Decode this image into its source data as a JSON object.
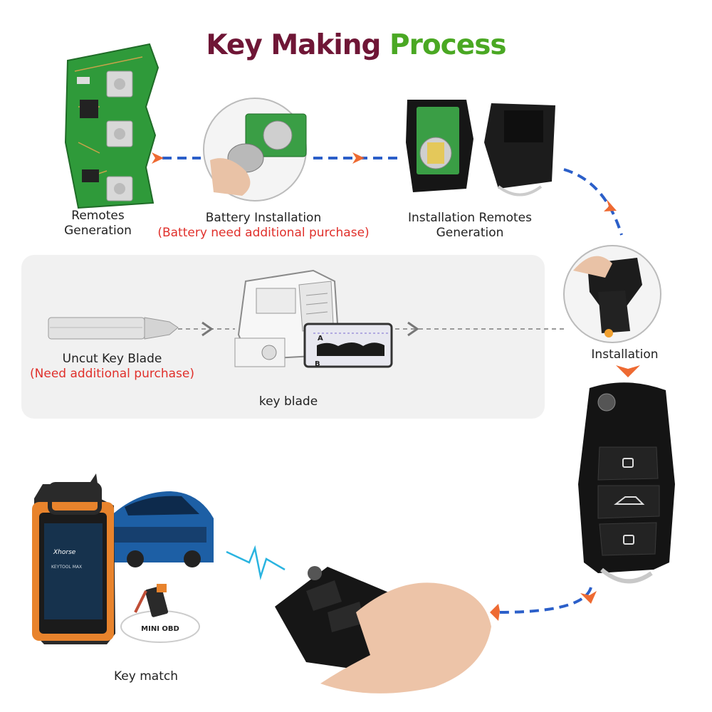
{
  "title": {
    "part1": "Key Making ",
    "part2": "Process"
  },
  "steps": {
    "remotes": {
      "line1": "Remotes",
      "line2": "Generation"
    },
    "battery": {
      "line1": "Battery Installation",
      "note": "(Battery need additional purchase)"
    },
    "install_remotes": {
      "line1": "Installation Remotes",
      "line2": "Generation"
    },
    "installation": {
      "label": "Installation"
    },
    "uncut": {
      "line1": "Uncut Key  Blade",
      "note": "(Need additional purchase)"
    },
    "key_blade": {
      "label": "key blade"
    },
    "key_match": {
      "label": "Key match"
    }
  },
  "device": {
    "brand": "Xhorse",
    "model": "KEYTOOL MAX",
    "adapter": "MINI OBD"
  },
  "cutter_screen": {
    "label_a": "A",
    "label_b": "B"
  },
  "colors": {
    "title_dark": "#6f1636",
    "title_green": "#4aa823",
    "arrow_blue": "#2b5fc9",
    "arrow_orange": "#ee6a32",
    "note_red": "#e0302b",
    "pcb_green": "#2f9a3a"
  }
}
